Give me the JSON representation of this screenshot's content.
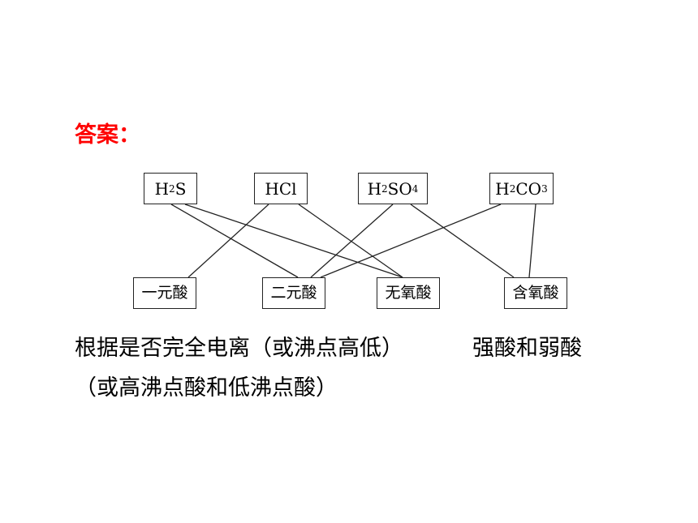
{
  "answer_label": "答案：",
  "answer_color": "#ff0000",
  "acids": [
    {
      "id": "h2s",
      "parts": [
        {
          "t": "H"
        },
        {
          "t": "2",
          "sub": true
        },
        {
          "t": "S"
        }
      ]
    },
    {
      "id": "hcl",
      "parts": [
        {
          "t": "HCl"
        }
      ]
    },
    {
      "id": "h2so4",
      "parts": [
        {
          "t": "H"
        },
        {
          "t": "2",
          "sub": true
        },
        {
          "t": "SO"
        },
        {
          "t": "4",
          "sub": true
        }
      ]
    },
    {
      "id": "h2co3",
      "parts": [
        {
          "t": "H"
        },
        {
          "t": "2",
          "sub": true
        },
        {
          "t": "CO"
        },
        {
          "t": "3",
          "sub": true
        }
      ]
    }
  ],
  "categories": [
    {
      "id": "monobasic",
      "label": "一元酸"
    },
    {
      "id": "dibasic",
      "label": "二元酸"
    },
    {
      "id": "anoxy",
      "label": "无氧酸"
    },
    {
      "id": "oxy",
      "label": "含氧酸"
    }
  ],
  "connections": [
    [
      "h2s",
      "dibasic"
    ],
    [
      "h2s",
      "anoxy"
    ],
    [
      "hcl",
      "monobasic"
    ],
    [
      "hcl",
      "anoxy"
    ],
    [
      "h2so4",
      "dibasic"
    ],
    [
      "h2so4",
      "oxy"
    ],
    [
      "h2co3",
      "dibasic"
    ],
    [
      "h2co3",
      "oxy"
    ]
  ],
  "basis_text": "根据是否完全电离（或沸点高低）",
  "strong_weak_text": "强酸和弱酸",
  "volatility_text": "（或高沸点酸和低沸点酸）"
}
